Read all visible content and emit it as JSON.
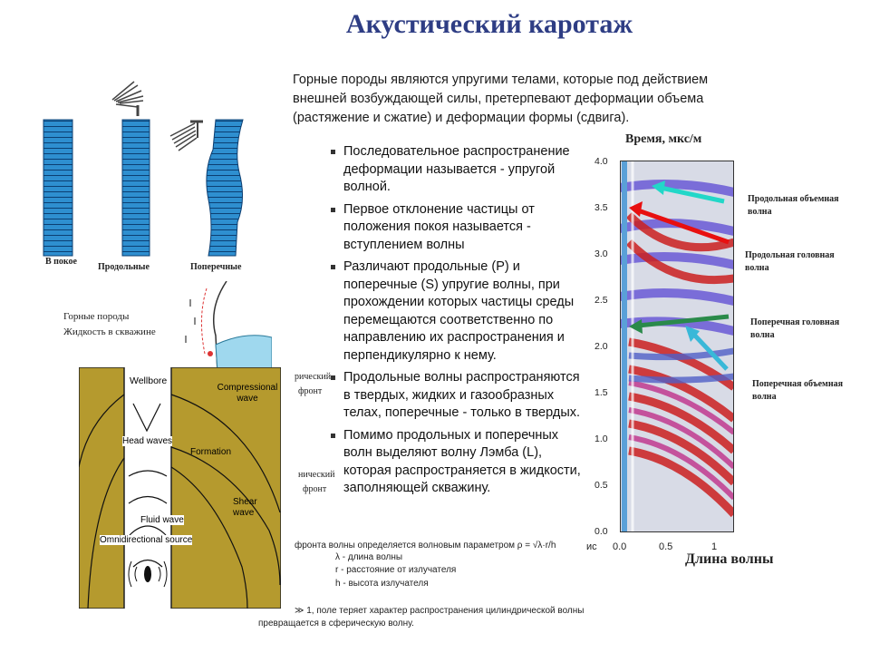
{
  "title": "Акустический каротаж",
  "intro": "Горные породы являются упругими телами, которые под действием внешней возбуждающей силы, претерпевают деформации объема (растяжение и сжатие) и деформации формы (сдвига).",
  "bullets": [
    "Последовательное распространение деформации называется - упругой волной.",
    "Первое отклонение частицы от положения покоя называется - вступлением волны",
    "Различают продольные (P) и поперечные (S) упругие волны, при прохождении которых частицы среды перемещаются соответственно по направлению их распространения и перпендикулярно к нему.",
    "Продольные волны распространяются в твердых, жидких и газообразных телах, поперечные - только в твердых.",
    "Помимо продольных и поперечных волн выделяют волну Лэмба (L), которая распространяется в жидкости, заполняющей скважину."
  ],
  "columns_figure": {
    "labels": [
      "В покое",
      "Продольные",
      "Поперечные"
    ]
  },
  "borehole_sketch": {
    "labels": [
      "Горные породы",
      "Жидкость в скважине"
    ],
    "front_labels": [
      "рический",
      "фронт",
      "нический",
      "фронт"
    ]
  },
  "wave_diagram": {
    "labels": {
      "wellbore": "Wellbore",
      "compressional": "Compressional wave",
      "head_waves": "Head waves",
      "formation": "Formation",
      "shear": "Shear wave",
      "fluid": "Fluid wave",
      "source": "Omnidirectional source"
    }
  },
  "formula_text": {
    "line1": "фронта волны определяется волновым параметром ρ = √λ·r/h",
    "line2": "λ - длина волны",
    "line3": "r - расстояние от излучателя",
    "line4": "h - высота излучателя",
    "line5": "≫ 1, поле теряет характер распространения цилиндрической волны",
    "line6": "превращается в сферическую волну."
  },
  "chart": {
    "y_title": "Время, мкс/м",
    "x_title": "Длина волны",
    "y_ticks": [
      "4.0",
      "3.5",
      "3.0",
      "2.5",
      "2.0",
      "1.5",
      "1.0",
      "0.5",
      "0.0"
    ],
    "x_ticks": [
      "0.0",
      "0.5",
      "1"
    ],
    "x_axis_lead": "ис",
    "wave_labels": [
      "Продольная объемная волна",
      "Продольная головная волна",
      "Поперечная головная волна",
      "Поперечная объемная волна"
    ],
    "arrow_colors": [
      "#22d7c8",
      "#e81010",
      "#2a8a4a",
      "#39b8d8"
    ]
  }
}
